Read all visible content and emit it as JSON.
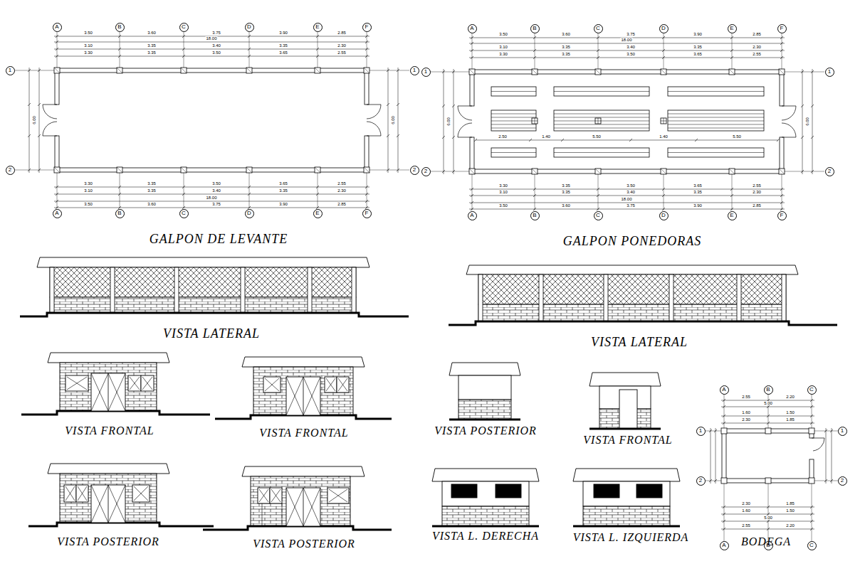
{
  "diagram": {
    "nodes": [
      {
        "text": [
          "A"
        ]
      },
      {
        "text": [
          "B"
        ]
      },
      {
        "text": [
          "C"
        ]
      },
      {
        "text": [
          "D"
        ]
      },
      {
        "text": [
          "E"
        ]
      },
      {
        "text": [
          "F"
        ]
      },
      {
        "text": [
          "1"
        ]
      },
      {
        "text": [
          "1"
        ]
      },
      {
        "text": [
          "2"
        ]
      },
      {
        "text": [
          "2"
        ]
      },
      {
        "text": [
          "A"
        ]
      },
      {
        "text": [
          "B"
        ]
      },
      {
        "text": [
          "C"
        ]
      },
      {
        "text": [
          "D"
        ]
      },
      {
        "text": [
          "E"
        ]
      },
      {
        "text": [
          "F"
        ]
      },
      {
        "text": [
          "A"
        ]
      },
      {
        "text": [
          "B"
        ]
      },
      {
        "text": [
          "C"
        ]
      },
      {
        "text": [
          "D"
        ]
      },
      {
        "text": [
          "E"
        ]
      },
      {
        "text": [
          "F"
        ]
      },
      {
        "text": [
          "1"
        ]
      },
      {
        "text": [
          "1"
        ]
      },
      {
        "text": [
          "2"
        ]
      },
      {
        "text": [
          "2"
        ]
      },
      {
        "text": [
          "A"
        ]
      },
      {
        "text": [
          "B"
        ]
      },
      {
        "text": [
          "C"
        ]
      },
      {
        "text": [
          "D"
        ]
      },
      {
        "text": [
          "E"
        ]
      },
      {
        "text": [
          "F"
        ]
      },
      {
        "text": [
          "A"
        ]
      },
      {
        "text": [
          "B"
        ]
      },
      {
        "text": [
          "C"
        ]
      },
      {
        "text": [
          "1"
        ]
      },
      {
        "text": [
          "1"
        ]
      },
      {
        "text": [
          "2"
        ]
      },
      {
        "text": [
          "2"
        ]
      },
      {
        "text": [
          "A"
        ]
      },
      {
        "text": [
          "B"
        ]
      },
      {
        "text": [
          "C"
        ]
      }
    ],
    "labels": [
      "3.50",
      "3.60",
      "3.75",
      "3.90",
      "2.85",
      "18.00",
      "3.10",
      "3.35",
      "3.40",
      "3.35",
      "2.30",
      "3.30",
      "3.35",
      "3.50",
      "3.65",
      "2.55",
      "3.30",
      "3.35",
      "3.50",
      "3.65",
      "2.55",
      "3.10",
      "3.35",
      "3.40",
      "3.35",
      "2.30",
      "18.00",
      "3.50",
      "3.60",
      "3.75",
      "3.90",
      "2.85",
      "6.00",
      "6.00",
      "3.50",
      "3.60",
      "3.75",
      "3.90",
      "2.85",
      "18.00",
      "3.10",
      "3.35",
      "3.40",
      "3.35",
      "2.30",
      "3.30",
      "3.35",
      "3.50",
      "3.65",
      "2.55",
      "3.30",
      "3.35",
      "3.50",
      "3.65",
      "2.55",
      "3.10",
      "3.35",
      "3.40",
      "3.35",
      "2.30",
      "18.00",
      "3.50",
      "3.60",
      "3.75",
      "3.90",
      "2.85",
      "6.00",
      "6.00",
      "2.50",
      "1.40",
      "5.50",
      "1.40",
      "5.50",
      "2.55",
      "2.20",
      "5.00",
      "1.60",
      "1.50",
      "2.30",
      "1.85",
      "2.30",
      "1.85",
      "1.60",
      "1.50",
      "5.00",
      "2.55",
      "2.20",
      "GALPON DE LEVANTE",
      "GALPON PONEDORAS",
      "VISTA LATERAL",
      "VISTA LATERAL",
      "VISTA FRONTAL",
      "VISTA FRONTAL",
      "VISTA POSTERIOR",
      "VISTA FRONTAL",
      "VISTA POSTERIOR",
      "VISTA POSTERIOR",
      "VISTA L. DERECHA",
      "VISTA L. IZQUIERDA",
      "BODEGA"
    ]
  }
}
